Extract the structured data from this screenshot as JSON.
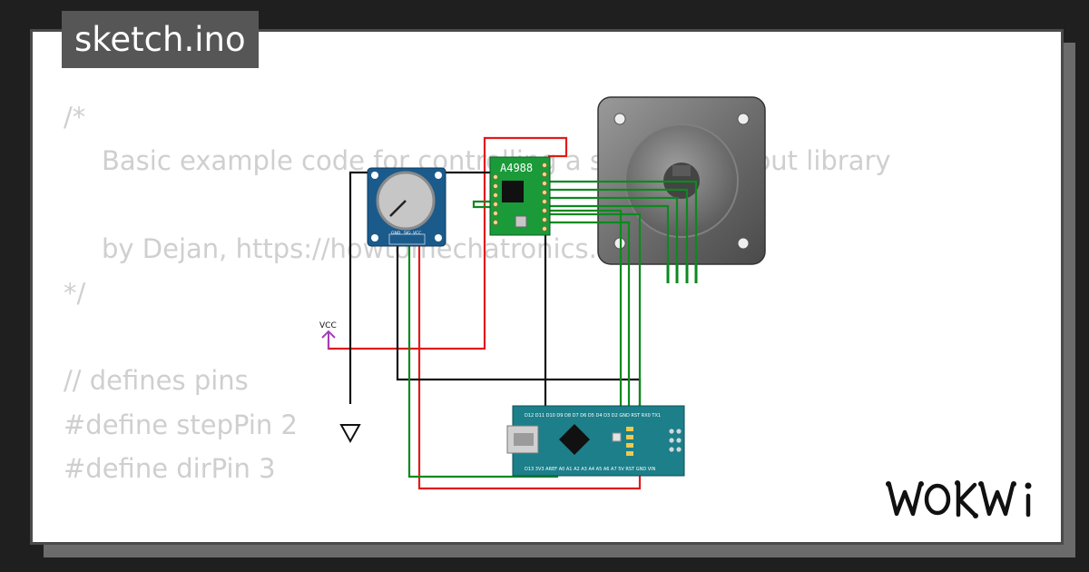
{
  "tab": {
    "title": "sketch.ino"
  },
  "code": {
    "lines": [
      {
        "indent": false,
        "text": "/*"
      },
      {
        "indent": true,
        "text": "Basic example code for controlling a stepper without library"
      },
      {
        "indent": false,
        "text": ""
      },
      {
        "indent": true,
        "text": "by Dejan, https://howtomechatronics.com"
      },
      {
        "indent": false,
        "text": "*/"
      },
      {
        "indent": false,
        "text": ""
      },
      {
        "indent": false,
        "text": "// defines pins"
      },
      {
        "indent": false,
        "text": "#define stepPin 2"
      },
      {
        "indent": false,
        "text": "#define dirPin 3"
      },
      {
        "indent": false,
        "text": ""
      },
      {
        "indent": false,
        "text": "                                     "
      }
    ]
  },
  "diagram": {
    "driver_label": "A4988",
    "pot_pins": [
      "GND",
      "SIG",
      "VCC"
    ],
    "vcc_label": "VCC",
    "nano_top_pins": "D12 D11 D10 D9 D8 D7 D6 D5 D4 D3 D2 GND RST RX0 TX1",
    "nano_bottom_pins": "D13 3V3 AREF A0 A1 A2 A3 A4 A5 A6 A7 5V RST GND VIN",
    "wire_colors": {
      "red": "#e11b1b",
      "black": "#111111",
      "green": "#0b8a1e",
      "purple": "#a13fb8"
    }
  },
  "brand": {
    "logo": "WOKWi"
  }
}
